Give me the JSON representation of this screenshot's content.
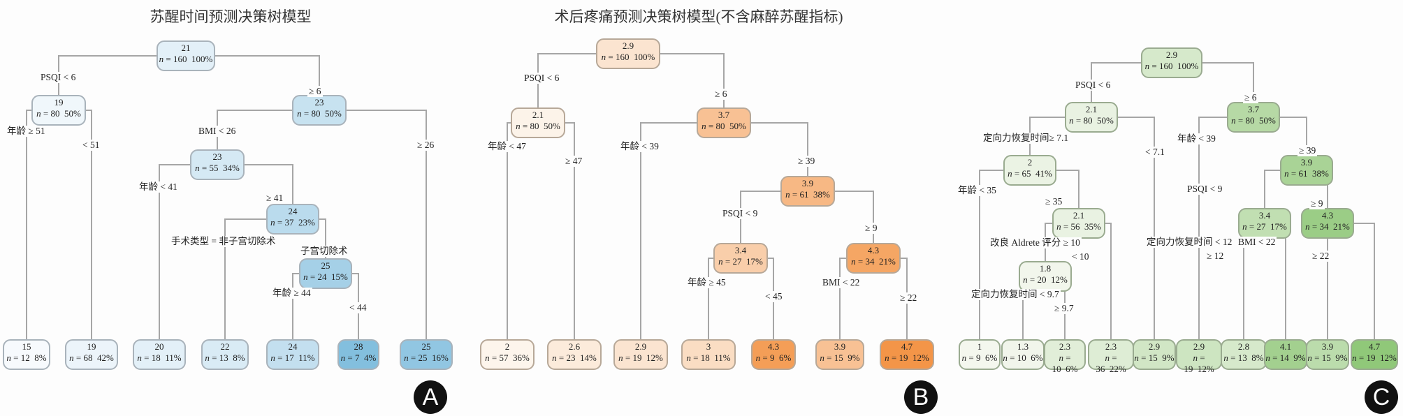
{
  "panels": [
    {
      "id": "A",
      "title": "苏醒时间预测决策树模型",
      "palette": "blue",
      "nodes": [
        {
          "id": "a0",
          "value": "21",
          "n": 160,
          "pct": "100%",
          "shade": 0.15
        },
        {
          "id": "a1",
          "value": "19",
          "n": 80,
          "pct": "50%",
          "shade": 0.05,
          "parent": "a0",
          "label": "PSQI < 6"
        },
        {
          "id": "a2",
          "value": "23",
          "n": 80,
          "pct": "50%",
          "shade": 0.35,
          "parent": "a0",
          "label": "≥ 6"
        },
        {
          "id": "a3",
          "value": "15",
          "n": 12,
          "pct": "8%",
          "shade": 0.0,
          "parent": "a1",
          "label": "年龄 ≥ 51"
        },
        {
          "id": "a4",
          "value": "19",
          "n": 68,
          "pct": "42%",
          "shade": 0.08,
          "parent": "a1",
          "label": "< 51"
        },
        {
          "id": "a5",
          "value": "23",
          "n": 55,
          "pct": "34%",
          "shade": 0.25,
          "parent": "a2",
          "label": "BMI < 26"
        },
        {
          "id": "a6",
          "value": "25",
          "n": 25,
          "pct": "16%",
          "shade": 0.75,
          "parent": "a2",
          "label": "≥ 26"
        },
        {
          "id": "a7",
          "value": "20",
          "n": 18,
          "pct": "11%",
          "shade": 0.15,
          "parent": "a5",
          "label": "年龄 < 41"
        },
        {
          "id": "a8",
          "value": "24",
          "n": 37,
          "pct": "23%",
          "shade": 0.45,
          "parent": "a5",
          "label": "≥ 41"
        },
        {
          "id": "a9",
          "value": "22",
          "n": 13,
          "pct": "8%",
          "shade": 0.22,
          "parent": "a8",
          "label": "手术类型 = 非子宫切除术"
        },
        {
          "id": "a10",
          "value": "25",
          "n": 24,
          "pct": "15%",
          "shade": 0.6,
          "parent": "a8",
          "label": "子宫切除术"
        },
        {
          "id": "a11",
          "value": "24",
          "n": 17,
          "pct": "11%",
          "shade": 0.38,
          "parent": "a10",
          "label": "年龄 ≥ 44"
        },
        {
          "id": "a12",
          "value": "28",
          "n": 7,
          "pct": "4%",
          "shade": 0.85,
          "parent": "a10",
          "label": "< 44"
        }
      ]
    },
    {
      "id": "B",
      "title": "术后疼痛预测决策树模型(不含麻醉苏醒指标)",
      "palette": "orange",
      "nodes": [
        {
          "id": "b0",
          "value": "2.9",
          "n": 160,
          "pct": "100%",
          "shade": 0.18
        },
        {
          "id": "b1",
          "value": "2.1",
          "n": 80,
          "pct": "50%",
          "shade": 0.05,
          "parent": "b0",
          "label": "PSQI < 6"
        },
        {
          "id": "b2",
          "value": "3.7",
          "n": 80,
          "pct": "50%",
          "shade": 0.5,
          "parent": "b0",
          "label": "≥ 6"
        },
        {
          "id": "b3",
          "value": "2",
          "n": 57,
          "pct": "36%",
          "shade": 0.03,
          "parent": "b1",
          "label": "年龄 < 47"
        },
        {
          "id": "b4",
          "value": "2.6",
          "n": 23,
          "pct": "14%",
          "shade": 0.12,
          "parent": "b1",
          "label": "≥ 47"
        },
        {
          "id": "b5",
          "value": "2.9",
          "n": 19,
          "pct": "12%",
          "shade": 0.18,
          "parent": "b2",
          "label": "年龄 < 39"
        },
        {
          "id": "b6",
          "value": "3.9",
          "n": 61,
          "pct": "38%",
          "shade": 0.58,
          "parent": "b2",
          "label": "≥ 39"
        },
        {
          "id": "b7",
          "value": "3.4",
          "n": 27,
          "pct": "17%",
          "shade": 0.38,
          "parent": "b6",
          "label": "PSQI < 9"
        },
        {
          "id": "b8",
          "value": "4.3",
          "n": 34,
          "pct": "21%",
          "shade": 0.75,
          "parent": "b6",
          "label": "≥ 9"
        },
        {
          "id": "b9",
          "value": "3",
          "n": 18,
          "pct": "11%",
          "shade": 0.25,
          "parent": "b7",
          "label": "年龄 ≥ 45"
        },
        {
          "id": "b10",
          "value": "4.3",
          "n": 9,
          "pct": "6%",
          "shade": 0.82,
          "parent": "b7",
          "label": "< 45"
        },
        {
          "id": "b11",
          "value": "3.9",
          "n": 15,
          "pct": "9%",
          "shade": 0.5,
          "parent": "b8",
          "label": "BMI < 22"
        },
        {
          "id": "b12",
          "value": "4.7",
          "n": 19,
          "pct": "12%",
          "shade": 0.9,
          "parent": "b8",
          "label": "≥ 22"
        }
      ]
    },
    {
      "id": "C",
      "title": "",
      "palette": "green",
      "nodes": [
        {
          "id": "c0",
          "value": "2.9",
          "n": 160,
          "pct": "100%",
          "shade": 0.3
        },
        {
          "id": "c1",
          "value": "2.1",
          "n": 80,
          "pct": "50%",
          "shade": 0.12,
          "parent": "c0",
          "label": "PSQI < 6"
        },
        {
          "id": "c2",
          "value": "3.7",
          "n": 80,
          "pct": "50%",
          "shade": 0.6,
          "parent": "c0",
          "label": "≥ 6"
        },
        {
          "id": "c3",
          "value": "2",
          "n": 65,
          "pct": "41%",
          "shade": 0.1,
          "parent": "c1",
          "label": "定向力恢复时间≥ 7.1"
        },
        {
          "id": "c4",
          "value": "2.9",
          "n": 15,
          "pct": "9%",
          "shade": 0.35,
          "parent": "c1",
          "label": "< 7.1"
        },
        {
          "id": "c5",
          "value": "1",
          "n": 9,
          "pct": "6%",
          "shade": 0.02,
          "parent": "c3",
          "label": "年龄 < 35"
        },
        {
          "id": "c6",
          "value": "2.1",
          "n": 56,
          "pct": "35%",
          "shade": 0.12,
          "parent": "c3",
          "label": "≥ 35"
        },
        {
          "id": "c7",
          "value": "1.8",
          "n": 20,
          "pct": "12%",
          "shade": 0.04,
          "parent": "c6",
          "label": "改良 Aldrete 评分 ≥ 10"
        },
        {
          "id": "c8",
          "value": "2.3",
          "n": 36,
          "pct": "22%",
          "shade": 0.22,
          "parent": "c6",
          "label": "< 10"
        },
        {
          "id": "c9",
          "value": "1.3",
          "n": 10,
          "pct": "6%",
          "shade": 0.05,
          "parent": "c7",
          "label": "定向力恢复时间 < 9.7"
        },
        {
          "id": "c10",
          "value": "2.3",
          "n": 10,
          "pct": "6%",
          "shade": 0.2,
          "parent": "c7",
          "label": "≥ 9.7"
        },
        {
          "id": "c11",
          "value": "2.9",
          "n": 19,
          "pct": "12%",
          "shade": 0.38,
          "parent": "c2",
          "label": "年龄 < 39"
        },
        {
          "id": "c12",
          "value": "3.9",
          "n": 61,
          "pct": "38%",
          "shade": 0.72,
          "parent": "c2",
          "label": "≥ 39"
        },
        {
          "id": "c13",
          "value": "3.4",
          "n": 27,
          "pct": "17%",
          "shade": 0.5,
          "parent": "c12",
          "label": "PSQI < 9"
        },
        {
          "id": "c14",
          "value": "4.3",
          "n": 34,
          "pct": "21%",
          "shade": 0.85,
          "parent": "c12",
          "label": "≥ 9"
        },
        {
          "id": "c15",
          "value": "2.8",
          "n": 13,
          "pct": "8%",
          "shade": 0.3,
          "parent": "c13",
          "label": "定向力恢复时间 < 12"
        },
        {
          "id": "c16",
          "value": "4.1",
          "n": 14,
          "pct": "9%",
          "shade": 0.78,
          "parent": "c13",
          "label": "≥ 12"
        },
        {
          "id": "c17",
          "value": "3.9",
          "n": 15,
          "pct": "9%",
          "shade": 0.55,
          "parent": "c14",
          "label": "BMI < 22"
        },
        {
          "id": "c18",
          "value": "4.7",
          "n": 19,
          "pct": "12%",
          "shade": 0.95,
          "parent": "c14",
          "label": "≥ 22"
        }
      ]
    }
  ],
  "n_prefix": "n = ",
  "palettes": {
    "blue": {
      "light": "#f7fafd",
      "dark": "#6fb4d9",
      "border": "#a9b3bb"
    },
    "orange": {
      "light": "#fdf8f2",
      "dark": "#f28a35",
      "border": "#b7a898"
    },
    "green": {
      "light": "#f6f8f1",
      "dark": "#8bc573",
      "border": "#9aab90"
    }
  }
}
